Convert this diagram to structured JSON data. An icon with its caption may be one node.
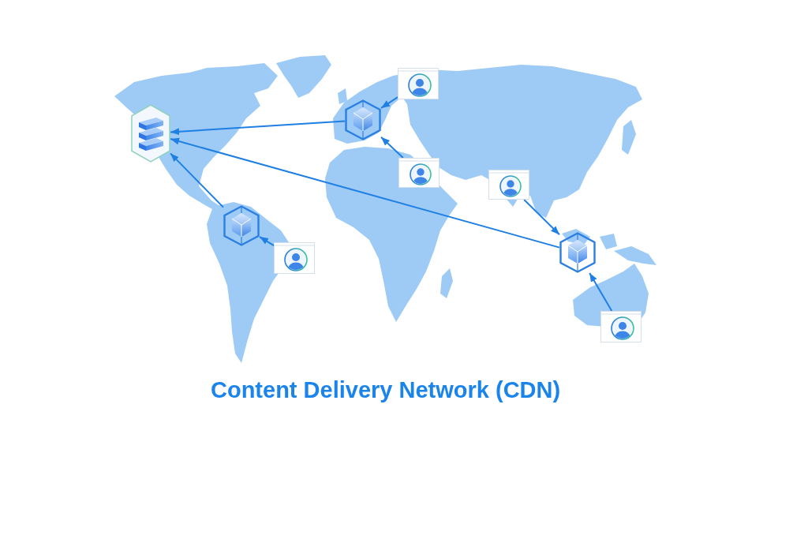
{
  "diagram": {
    "title": "Content Delivery Network (CDN)",
    "nodes": [
      {
        "text": [],
        "shape": "picture"
      },
      {
        "text": [],
        "shape": "picture"
      },
      {
        "text": [],
        "shape": "picture"
      },
      {
        "text": [],
        "shape": "picture"
      },
      {
        "text": [],
        "shape": "picture"
      },
      {
        "text": [],
        "shape": "picture"
      },
      {
        "text": [],
        "shape": "picture"
      },
      {
        "text": [],
        "shape": "picture"
      },
      {
        "text": [],
        "shape": "picture"
      }
    ],
    "edges": [
      {
        "from": 1,
        "to": 0,
        "arrow": "to"
      },
      {
        "from": 5,
        "to": 0,
        "arrow": "to"
      },
      {
        "from": 6,
        "to": 0,
        "arrow": "to"
      },
      {
        "from": 2,
        "to": 1,
        "arrow": "to"
      },
      {
        "from": 3,
        "to": 1,
        "arrow": "to"
      },
      {
        "from": 7,
        "to": 5,
        "arrow": "to"
      },
      {
        "from": 4,
        "to": 6,
        "arrow": "to"
      },
      {
        "from": 8,
        "to": 6,
        "arrow": "to"
      }
    ]
  }
}
